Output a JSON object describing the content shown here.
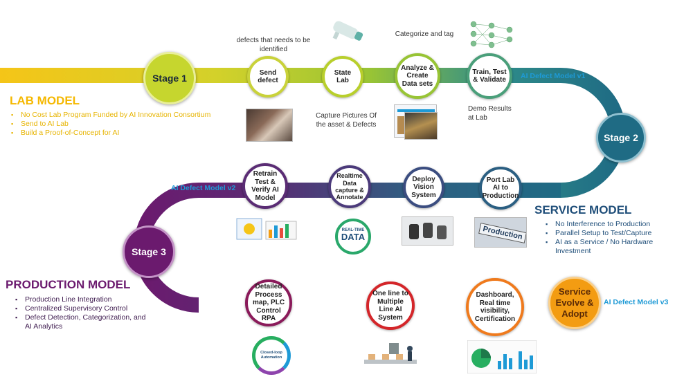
{
  "colors": {
    "lab": "#f5c518",
    "lab_path": "#b8cf2c",
    "service": "#1f6b84",
    "production": "#6b1a6e",
    "production_path": "#c0192e",
    "service_evolve": "#f39c12",
    "version": "#1e9ad6"
  },
  "stages": {
    "stage1": "Stage 1",
    "stage2": "Stage 2",
    "stage3": "Stage 3",
    "service_evolve": "Service Evolve & Adopt"
  },
  "lab_steps": {
    "send_defect": "Send defect",
    "state_lab": "State Lab",
    "analyze": "Analyze & Create Data sets",
    "train": "Train, Test & Validate"
  },
  "service_steps": {
    "retrain": "Retrain Test & Verify AI Model",
    "realtime": "Realtime Data capture & Annotate",
    "deploy": "Deploy Vision System",
    "port": "Port Lab AI to Production"
  },
  "production_steps": {
    "detailed": "Detailed Process map, PLC Control RPA",
    "one_line": "One line to Multiple Line AI System",
    "dashboard": "Dashboard, Real time visibility, Certification"
  },
  "notes": {
    "defects_identified": "defects that needs to be identified",
    "categorize": "Categorize and tag",
    "capture": "Capture Pictures Of the asset & Defects",
    "demo": "Demo Results at Lab"
  },
  "versions": {
    "v1": "AI Defect Model v1",
    "v2": "AI Defect Model v2",
    "v3": "AI Defect Model v3"
  },
  "lab_model": {
    "title": "LAB MODEL",
    "bullets": [
      "No Cost Lab Program Funded by AI Innovation Consortium",
      "Send  to  AI Lab",
      "Build a Proof-of-Concept for AI"
    ]
  },
  "service_model": {
    "title": "SERVICE MODEL",
    "bullets": [
      "No Interference to Production",
      "Parallel Setup to Test/Capture",
      "AI as a Service / No Hardware Investment"
    ]
  },
  "production_model": {
    "title": "PRODUCTION MODEL",
    "bullets": [
      "Production Line Integration",
      "Centralized Supervisory Control",
      "Defect Detection, Categorization, and AI Analytics"
    ]
  },
  "thumb_text": {
    "realtime": "REAL-TIME",
    "data": "DATA",
    "production": "Production",
    "closed_loop": "Closed-loop Automation"
  }
}
